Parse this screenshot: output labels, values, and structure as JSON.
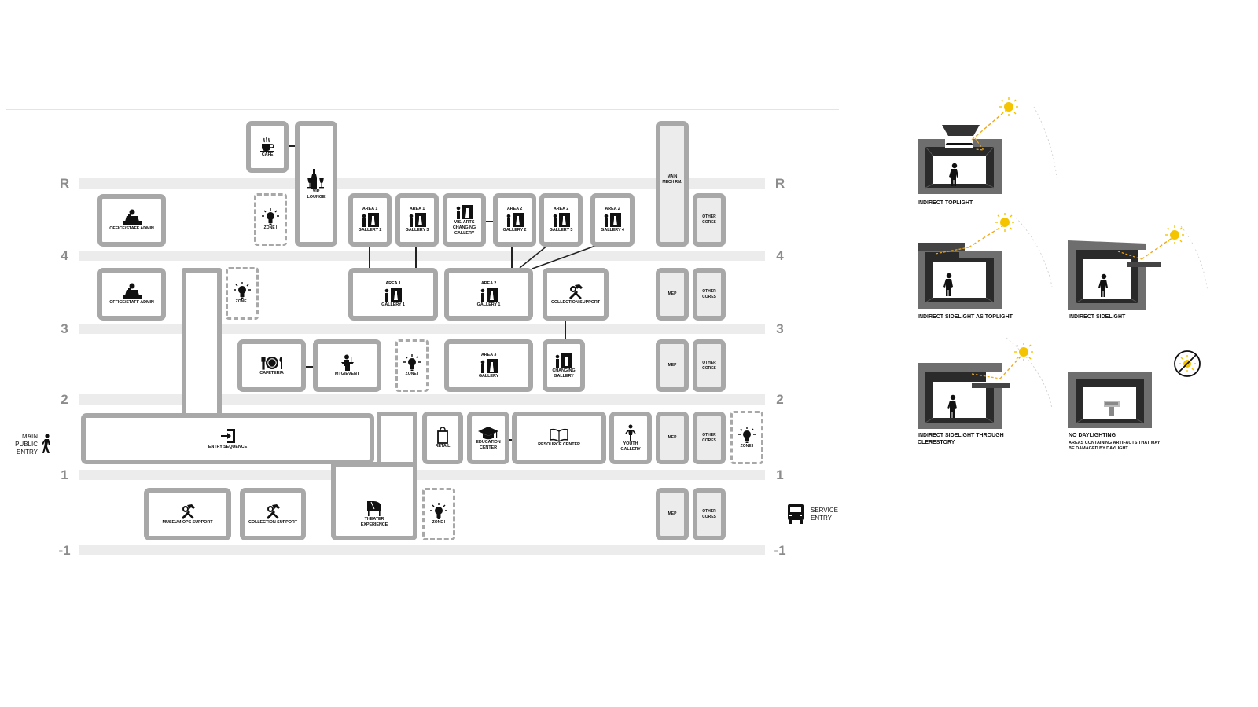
{
  "levels": [
    "R",
    "4",
    "3",
    "2",
    "1",
    "-1"
  ],
  "entries": {
    "public_line1": "MAIN",
    "public_line2": "PUBLIC",
    "public_line3": "ENTRY",
    "service_line1": "SERVICE",
    "service_line2": "ENTRY"
  },
  "rooms": {
    "cafe": "CAFE",
    "vip_1": "VIP",
    "vip_2": "LOUNGE",
    "zone_r": "ZONE I",
    "office_r": "OFFICE/STAFF ADMIN",
    "g2_area": "AREA 1",
    "g2_name": "GALLERY 2",
    "g3_area": "AREA 1",
    "g3_name": "GALLERY 3",
    "vis_1": "VIS. ARTS CHANGING",
    "vis_2": "GALLERY",
    "ga2_area": "AREA 2",
    "ga2_name": "GALLERY 2",
    "gb3_area": "AREA 2",
    "gb3_name": "GALLERY 3",
    "g4_area": "AREA 2",
    "g4_name": "GALLERY 4",
    "mech_1": "MAIN",
    "mech_2": "MECH RM.",
    "other_r_1": "OTHER",
    "other_r_2": "CORES",
    "office_4": "OFFICE/STAFF ADMIN",
    "zone_4": "ZONE I",
    "g1a_area": "AREA 1",
    "g1a_name": "GALLERY 1",
    "g1b_area": "AREA 2",
    "g1b_name": "GALLERY 1",
    "coll_sup_4": "COLLECTION SUPPORT",
    "mep_4": "MEP",
    "other_4_1": "OTHER",
    "other_4_2": "CORES",
    "cafeteria": "CAFETERIA",
    "mtg": "MTG/EVENT",
    "zone_3": "ZONE I",
    "a3_area": "AREA 3",
    "a3_name": "GALLERY",
    "chg_1": "CHANGING",
    "chg_2": "GALLERY",
    "mep_3": "MEP",
    "other_3_1": "OTHER",
    "other_3_2": "CORES",
    "entry_seq": "ENTRY SEQUENCE",
    "retail": "RETAIL",
    "edu_1": "EDUCATION",
    "edu_2": "CENTER",
    "resource": "RESOURCE CENTER",
    "youth_1": "YOUTH",
    "youth_2": "GALLERY",
    "mep_2": "MEP",
    "other_2_1": "OTHER",
    "other_2_2": "CORES",
    "zone_2": "ZONE I",
    "museum_ops": "MUSEUM OPS SUPPORT",
    "coll_sup_1": "COLLECTION SUPPORT",
    "theater_1": "THEATER",
    "theater_2": "EXPERIENCE",
    "zone_1": "ZONE I",
    "mep_1": "MEP",
    "other_1_1": "OTHER",
    "other_1_2": "CORES"
  },
  "panels": {
    "p1": "INDIRECT TOPLIGHT",
    "p2": "INDIRECT SIDELIGHT AS TOPLIGHT",
    "p3": "INDIRECT SIDELIGHT",
    "p4a": "INDIRECT SIDELIGHT THROUGH",
    "p4b": "CLERESTORY",
    "p5": "NO DAYLIGHTING",
    "p5_sub1": "AREAS CONTAINING ARTIFACTS THAT MAY",
    "p5_sub2": "BE DAMAGED BY DAYLIGHT"
  },
  "colors": {
    "box_border": "#a8a8a8",
    "band": "#ececec",
    "level_text": "#8c8c8c",
    "sun": "#f5c400",
    "light_ray": "#f0a81c"
  },
  "icons": [
    "coffee-cup-icon",
    "wine-glass-icon",
    "lightbulb-icon",
    "desk-person-icon",
    "painting-viewer-icon",
    "hammer-wrench-icon",
    "dining-icon",
    "lectern-icon",
    "door-enter-icon",
    "shopping-bag-icon",
    "graduation-cap-icon",
    "open-book-icon",
    "child-icon",
    "piano-icon",
    "walking-person-icon",
    "truck-icon",
    "sun-icon",
    "no-sun-icon"
  ]
}
